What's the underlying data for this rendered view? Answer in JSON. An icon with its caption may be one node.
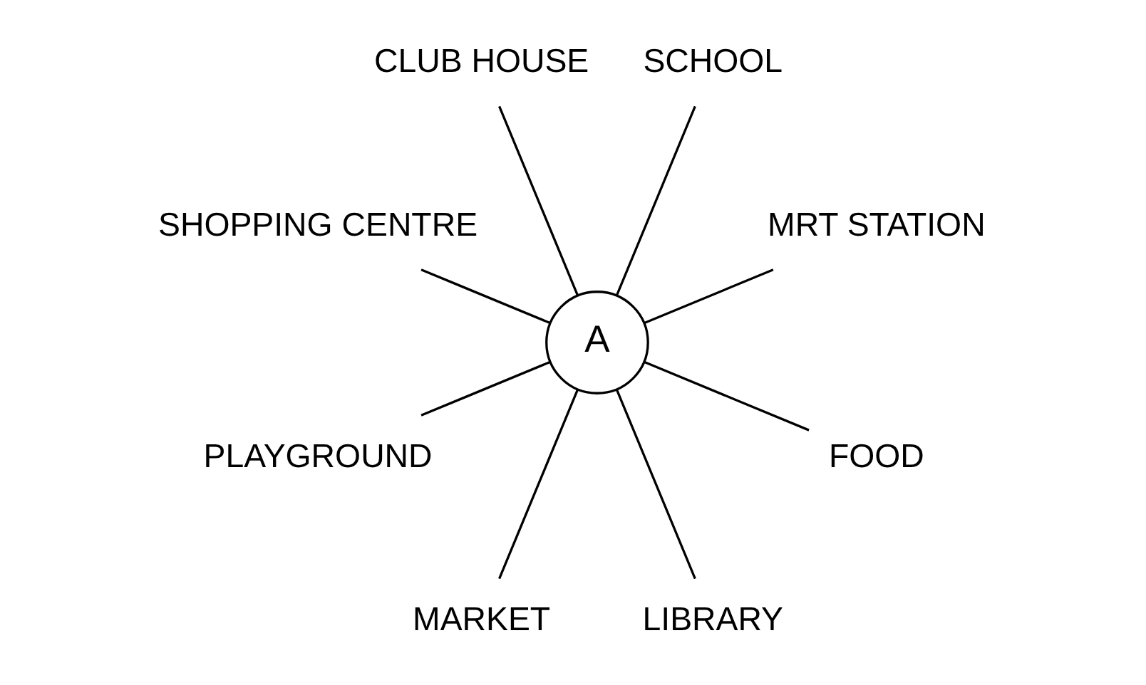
{
  "diagram": {
    "nodes": [
      {
        "text": [
          "MRT STATION"
        ]
      },
      {
        "text": [
          "SCHOOL"
        ]
      },
      {
        "text": [
          "CLUB HOUSE"
        ]
      },
      {
        "text": [
          "SHOPPING CENTRE"
        ]
      },
      {
        "text": [
          "A"
        ]
      },
      {
        "text": [
          "PLAYGROUND"
        ]
      },
      {
        "text": [
          "MARKET"
        ]
      },
      {
        "text": [
          "LIBRARY"
        ]
      },
      {
        "text": [
          "FOOD"
        ]
      }
    ],
    "edges": [
      {
        "from": 4,
        "to": 0,
        "arrow": "none"
      },
      {
        "from": 4,
        "to": 2,
        "arrow": "none"
      },
      {
        "from": 4,
        "to": 5,
        "arrow": "none"
      },
      {
        "from": 4,
        "to": 7,
        "arrow": "none"
      },
      {
        "from": 4,
        "to": 8,
        "arrow": "none"
      },
      {
        "from": 4,
        "to": 6,
        "arrow": "none"
      },
      {
        "from": 4,
        "to": 3,
        "arrow": "none"
      },
      {
        "from": 4,
        "to": 1,
        "arrow": "none"
      }
    ]
  }
}
